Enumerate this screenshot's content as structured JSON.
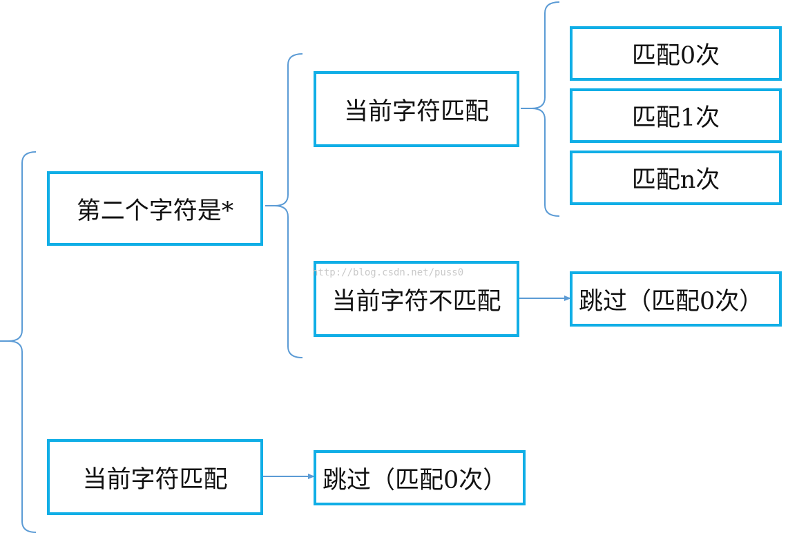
{
  "root": {
    "node_star": "第二个字符是*",
    "node_match_a": "当前字符匹配",
    "node_nomatch": "当前字符不匹配",
    "node_m0": "匹配0次",
    "node_m1": "匹配1次",
    "node_mn": "匹配n次",
    "node_skip_a": "跳过（匹配0次）",
    "node_match_b": "当前字符匹配",
    "node_skip_b": "跳过（匹配0次）"
  },
  "watermark": "http://blog.csdn.net/puss0",
  "colors": {
    "box_border": "#10aee6",
    "connector": "#5b9bd5",
    "text": "#111111"
  }
}
